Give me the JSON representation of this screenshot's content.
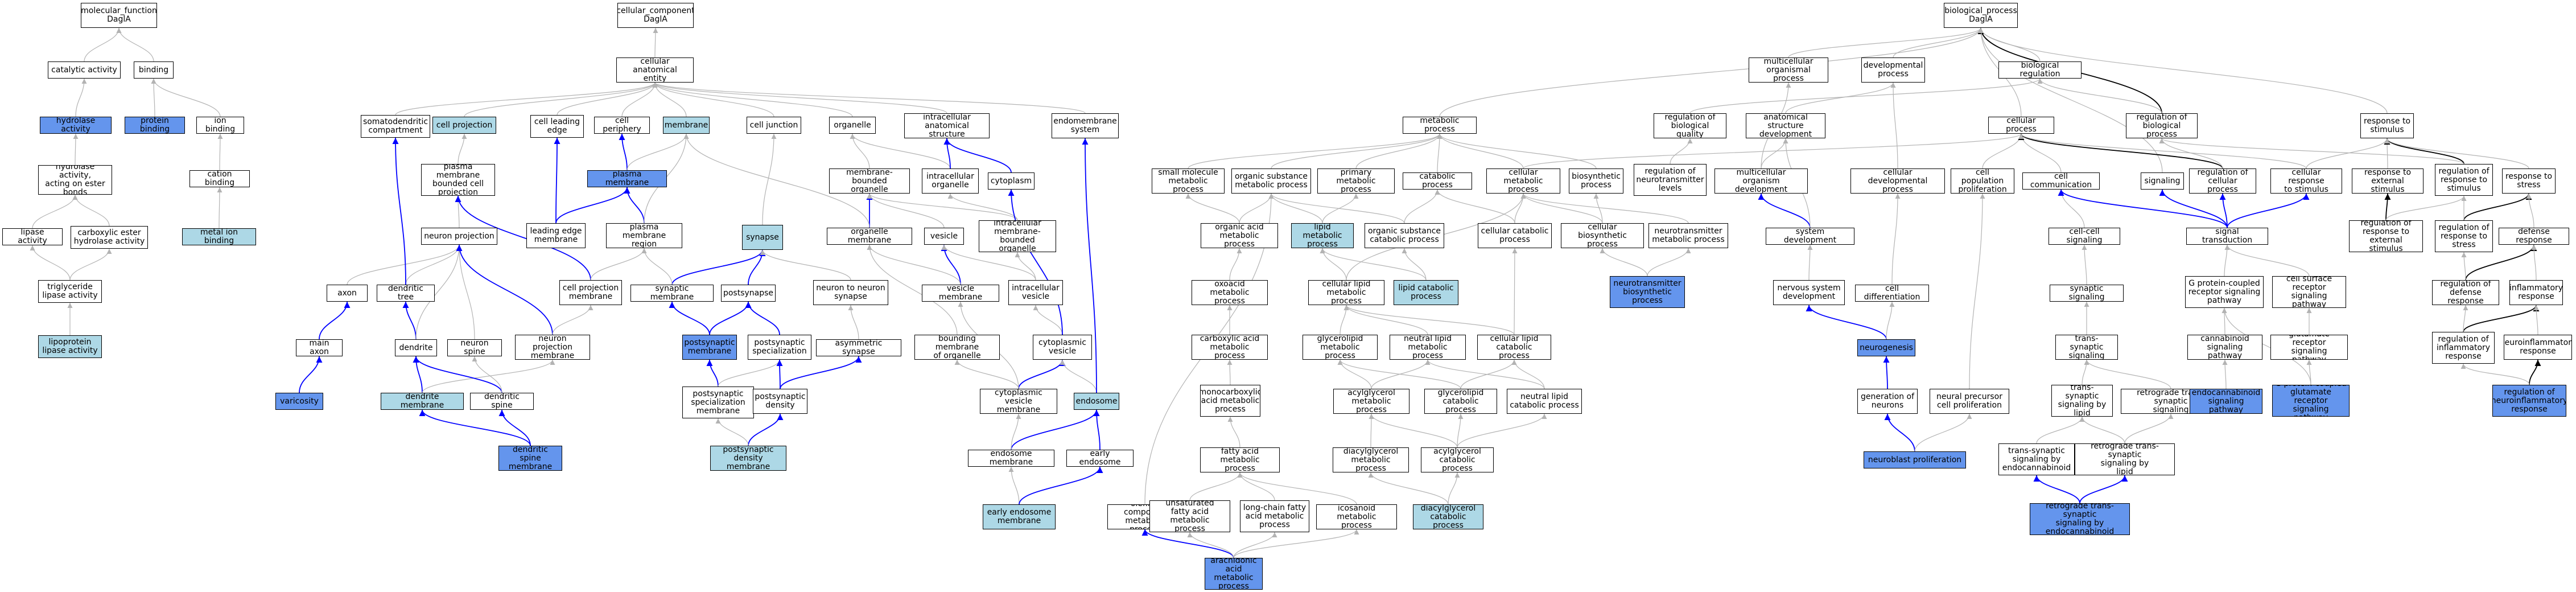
{
  "colors": {
    "light_blue": "#add8e6",
    "cornflower_blue": "#6495ed",
    "edge_gray": "#b3b3b3",
    "edge_blue": "#0000ff",
    "edge_black": "#000000"
  },
  "nodes": {
    "mf": "molecular_function\nDaglA",
    "catalytic_activity": "catalytic activity",
    "binding": "binding",
    "hydrolase_activity": "hydrolase activity",
    "protein_binding": "protein binding",
    "ion_binding": "ion binding",
    "hydrolase_ester": "hydrolase activity,\nacting on ester\nbonds",
    "cation_binding": "cation binding",
    "lipase_activity": "lipase activity",
    "carboxylic_ester": "carboxylic ester\nhydrolase activity",
    "metal_ion_binding": "metal ion binding",
    "triglyceride_lipase": "triglyceride\nlipase activity",
    "lipoprotein_lipase": "lipoprotein\nlipase activity",
    "cc": "cellular_component\nDaglA",
    "cae": "cellular anatomical\nentity",
    "somatodendritic": "somatodendritic\ncompartment",
    "cell_projection": "cell projection",
    "cell_leading_edge": "cell leading\nedge",
    "cell_periphery": "cell periphery",
    "membrane": "membrane",
    "cell_junction": "cell junction",
    "organelle": "organelle",
    "intracellular_anat": "intracellular\nanatomical structure",
    "endomembrane": "endomembrane\nsystem",
    "plasma_membrane_bounded": "plasma membrane\nbounded cell\nprojection",
    "plasma_membrane": "plasma membrane",
    "membrane_bounded_org": "membrane-bounded\norganelle",
    "intracellular_org": "intracellular\norganelle",
    "cytoplasm": "cytoplasm",
    "leading_edge_membrane": "leading edge\nmembrane",
    "plasma_membrane_region": "plasma membrane\nregion",
    "neuron_projection": "neuron projection",
    "synapse": "synapse",
    "organelle_membrane": "organelle membrane",
    "vesicle": "vesicle",
    "intracellular_mbo": "intracellular\nmembrane-bounded\norganelle",
    "axon": "axon",
    "dendritic_tree": "dendritic tree",
    "cell_projection_membrane": "cell projection\nmembrane",
    "synaptic_membrane": "synaptic membrane",
    "postsynapse": "postsynapse",
    "neuron_to_neuron": "neuron to neuron\nsynapse",
    "vesicle_membrane": "vesicle membrane",
    "intracellular_vesicle": "intracellular\nvesicle",
    "main_axon": "main axon",
    "dendrite": "dendrite",
    "neuron_spine": "neuron spine",
    "neuron_projection_membrane": "neuron projection\nmembrane",
    "postsynaptic_membrane": "postsynaptic\nmembrane",
    "postsynaptic_specialization": "postsynaptic\nspecialization",
    "asymmetric_synapse": "asymmetric synapse",
    "bounding_membrane": "bounding membrane\nof organelle",
    "cytoplasmic_vesicle": "cytoplasmic\nvesicle",
    "varicosity": "varicosity",
    "dendrite_membrane": "dendrite membrane",
    "dendritic_spine": "dendritic spine",
    "postsynaptic_spec_membrane": "postsynaptic\nspecialization\nmembrane",
    "postsynaptic_density": "postsynaptic\ndensity",
    "cytoplasmic_vesicle_membrane": "cytoplasmic\nvesicle membrane",
    "endosome": "endosome",
    "dendritic_spine_membrane": "dendritic spine\nmembrane",
    "postsynaptic_density_membrane": "postsynaptic\ndensity membrane",
    "endosome_membrane": "endosome membrane",
    "early_endosome": "early endosome",
    "early_endosome_membrane": "early endosome\nmembrane",
    "bp": "biological_process\nDaglA",
    "multicellular_organismal": "multicellular\norganismal process",
    "developmental_process": "developmental\nprocess",
    "biological_regulation": "biological regulation",
    "metabolic_process": "metabolic process",
    "reg_biological_quality": "regulation of\nbiological quality",
    "anatomical_structure_dev": "anatomical structure\ndevelopment",
    "cellular_process": "cellular process",
    "reg_biological_process": "regulation of\nbiological process",
    "response_to_stimulus": "response to\nstimulus",
    "small_molecule_metabolic": "small molecule\nmetabolic process",
    "organic_substance_metabolic": "organic substance\nmetabolic process",
    "primary_metabolic": "primary metabolic\nprocess",
    "catabolic_process": "catabolic process",
    "cellular_metabolic": "cellular metabolic\nprocess",
    "biosynthetic_process": "biosynthetic\nprocess",
    "reg_neurotransmitter_levels": "regulation of\nneurotransmitter\nlevels",
    "multicellular_organism_dev": "multicellular\norganism development",
    "cellular_developmental": "cellular developmental\nprocess",
    "cell_population_proliferation": "cell population\nproliferation",
    "cell_communication": "cell communication",
    "signaling": "signaling",
    "reg_cellular_process": "regulation of\ncellular process",
    "cellular_response_to_stimulus": "cellular response\nto stimulus",
    "response_to_external_stimulus": "response to\nexternal stimulus",
    "reg_response_to_stimulus": "regulation of\nresponse to\nstimulus",
    "response_to_stress": "response to\nstress",
    "organic_acid_metabolic": "organic acid\nmetabolic process",
    "lipid_metabolic": "lipid metabolic\nprocess",
    "organic_substance_catabolic": "organic substance\ncatabolic process",
    "cellular_catabolic": "cellular catabolic\nprocess",
    "cellular_biosynthetic": "cellular biosynthetic\nprocess",
    "neurotransmitter_metabolic": "neurotransmitter\nmetabolic process",
    "system_development": "system development",
    "cell_cell_signaling": "cell-cell signaling",
    "signal_transduction": "signal transduction",
    "reg_response_external": "regulation of\nresponse to\nexternal stimulus",
    "reg_response_to_stress": "regulation of\nresponse to\nstress",
    "defense_response": "defense response",
    "oxoacid_metabolic": "oxoacid metabolic\nprocess",
    "cellular_lipid_metabolic": "cellular lipid\nmetabolic process",
    "lipid_catabolic": "lipid catabolic\nprocess",
    "neurotransmitter_biosynthetic": "neurotransmitter\nbiosynthetic\nprocess",
    "nervous_system_dev": "nervous system\ndevelopment",
    "cell_differentiation": "cell differentiation",
    "synaptic_signaling": "synaptic signaling",
    "g_protein_coupled": "G protein-coupled\nreceptor signaling\npathway",
    "cell_surface_receptor": "cell surface\nreceptor signaling\npathway",
    "reg_defense_response": "regulation of\ndefense response",
    "inflammatory_response": "inflammatory\nresponse",
    "carboxylic_acid_metabolic": "carboxylic acid\nmetabolic process",
    "glycerolipid_metabolic": "glycerolipid\nmetabolic process",
    "neutral_lipid_metabolic": "neutral lipid\nmetabolic process",
    "cellular_lipid_catabolic": "cellular lipid\ncatabolic process",
    "neurogenesis": "neurogenesis",
    "trans_synaptic": "trans-synaptic\nsignaling",
    "cannabinoid_signaling": "cannabinoid\nsignaling pathway",
    "glutamate_receptor": "glutamate receptor\nsignaling pathway",
    "reg_inflammatory": "regulation of\ninflammatory\nresponse",
    "neuroinflammatory": "neuroinflammatory\nresponse",
    "monocarboxylic": "monocarboxylic\nacid metabolic\nprocess",
    "acylglycerol_metabolic": "acylglycerol\nmetabolic process",
    "glycerolipid_catabolic": "glycerolipid\ncatabolic process",
    "neutral_lipid_catabolic": "neutral lipid\ncatabolic process",
    "generation_of_neurons": "generation of\nneurons",
    "neural_precursor": "neural precursor\ncell proliferation",
    "trans_synaptic_lipid": "trans-synaptic\nsignaling by\nlipid",
    "retrograde_trans": "retrograde trans-synaptic\nsignaling",
    "endocannabinoid_signaling": "endocannabinoid\nsignaling pathway",
    "g_protein_glutamate": "G protein-coupled\nglutamate receptor\nsignaling pathway",
    "reg_neuroinflammatory": "regulation of\nneuroinflammatory\nresponse",
    "fatty_acid_metabolic": "fatty acid metabolic\nprocess",
    "diacylglycerol_metabolic": "diacylglycerol\nmetabolic process",
    "acylglycerol_catabolic": "acylglycerol\ncatabolic process",
    "neuroblast_proliferation": "neuroblast proliferation",
    "trans_synaptic_endocannabinoid": "trans-synaptic\nsignaling by\nendocannabinoid",
    "retrograde_lipid": "retrograde trans-synaptic\nsignaling by\nlipid",
    "olefinic_compound": "olefinic compound\nmetabolic process",
    "unsaturated_fatty": "unsaturated\nfatty acid metabolic\nprocess",
    "long_chain_fatty": "long-chain fatty\nacid metabolic\nprocess",
    "icosanoid_metabolic": "icosanoid metabolic\nprocess",
    "diacylglycerol_catabolic": "diacylglycerol\ncatabolic process",
    "retrograde_endocannabinoid": "retrograde trans-synaptic\nsignaling by\nendocannabinoid",
    "arachidonic": "arachidonic\nacid metabolic\nprocess"
  }
}
